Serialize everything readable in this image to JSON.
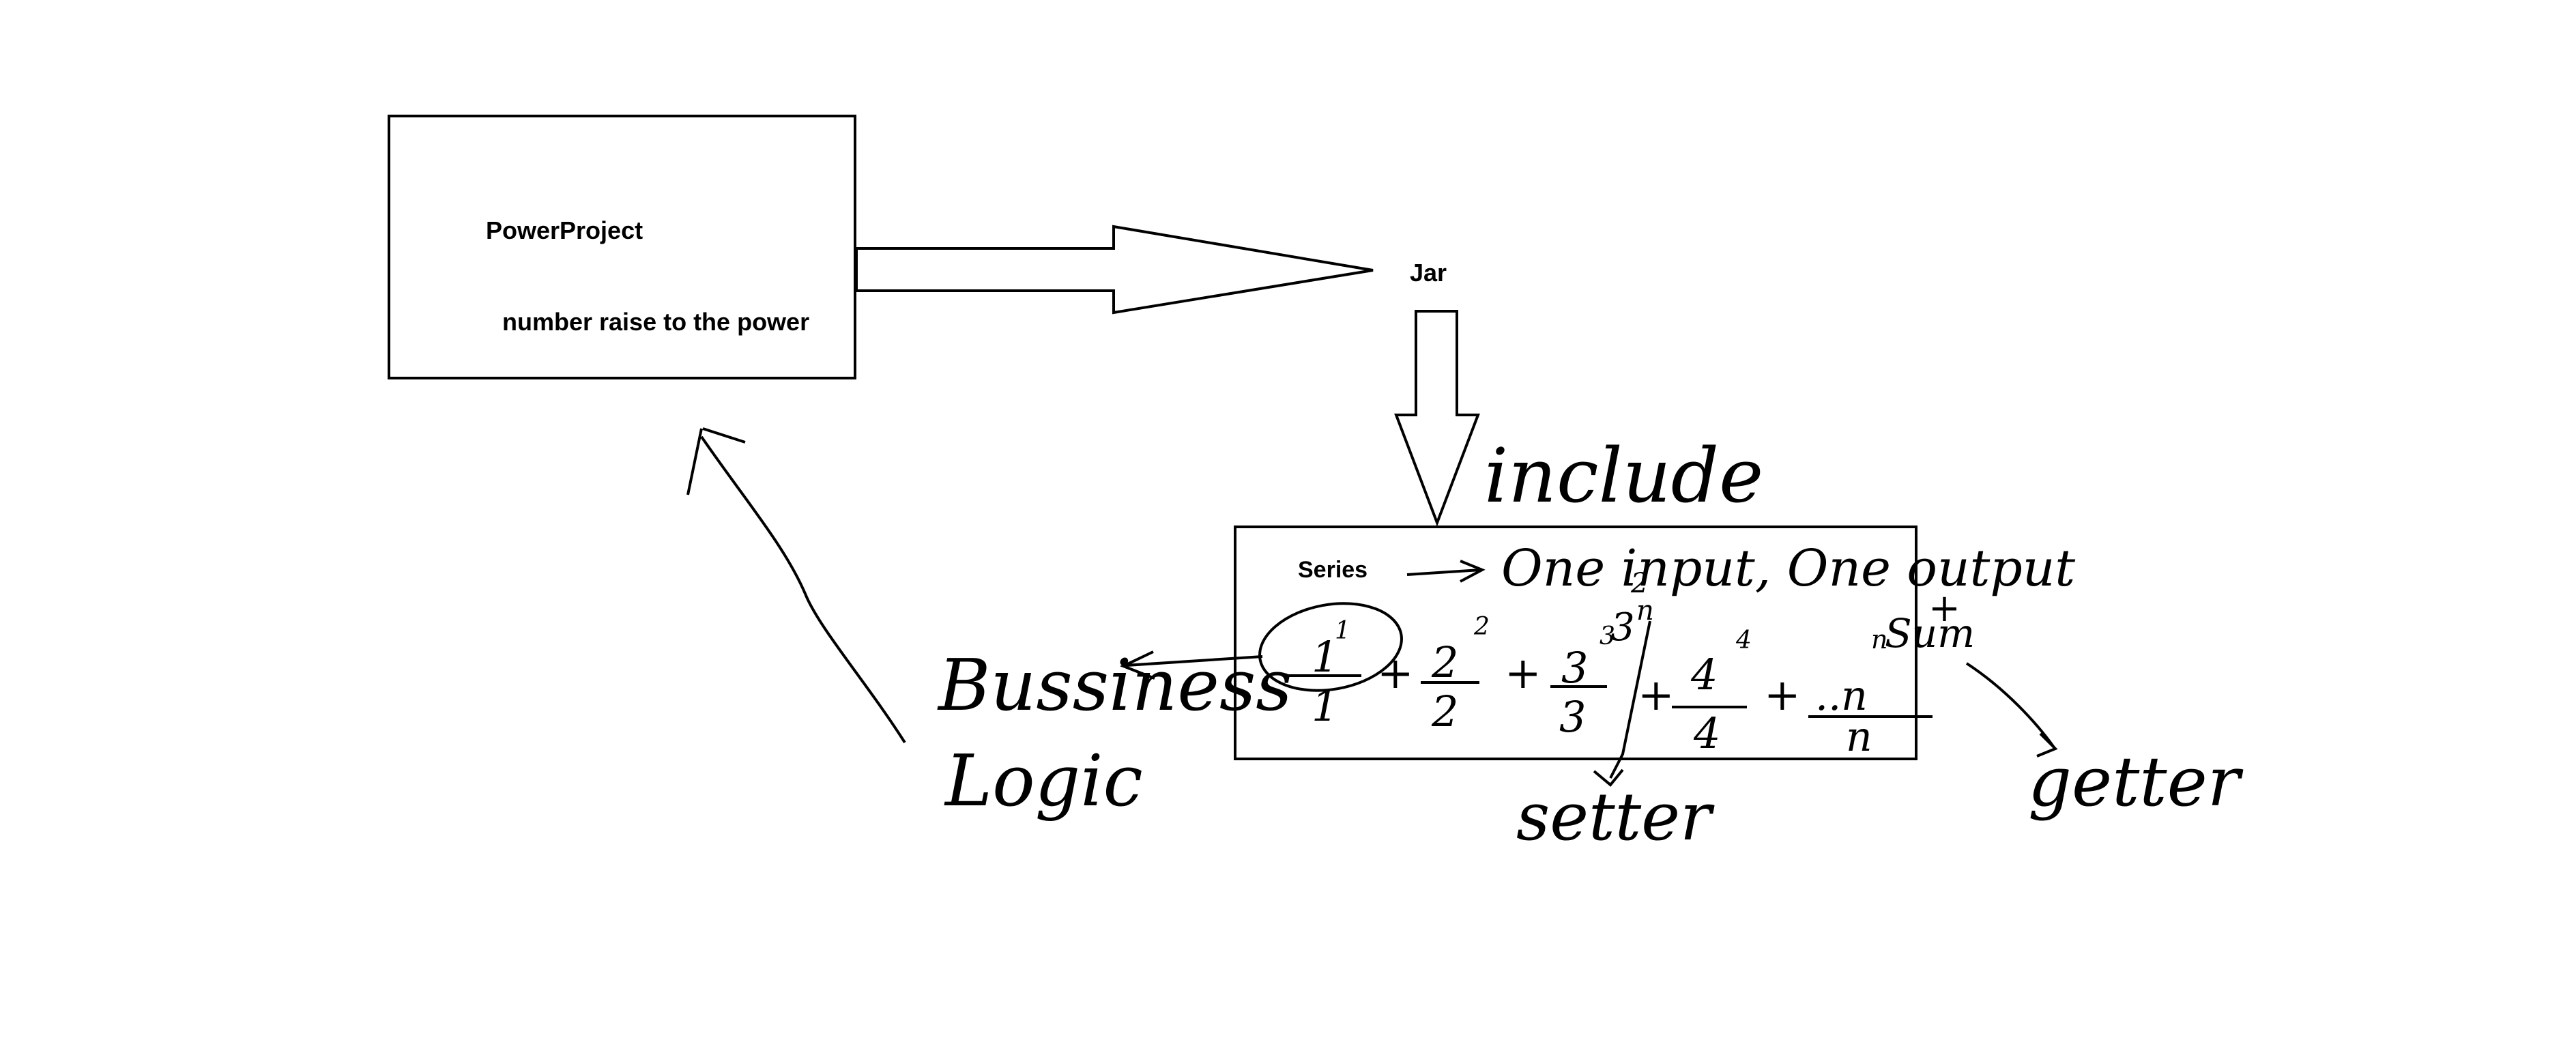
{
  "labels": {
    "project_title": "PowerProject",
    "project_desc": "number raise to the power",
    "jar": "Jar",
    "series": "Series"
  },
  "handwriting": {
    "include": "include",
    "one_input_output": "One input, One output",
    "business": "Bussiness",
    "logic": "Logic",
    "setter": "setter",
    "getter": "getter",
    "sum": "Sum",
    "sum_plus": "+"
  },
  "formula": {
    "terms": [
      {
        "num": "1",
        "exp": "1",
        "den": "1"
      },
      {
        "num": "2",
        "exp": "2",
        "den": "2"
      },
      {
        "num": "3",
        "exp": "3",
        "den": "3"
      },
      {
        "num": "4",
        "exp": "4",
        "den": "4"
      }
    ],
    "last_term": {
      "num": "..n",
      "exp": "n",
      "den": "n"
    },
    "setter_annotation": {
      "base": "3",
      "exp": "n",
      "over": "2"
    },
    "operator": "+"
  },
  "colors": {
    "ink": "#000000",
    "background": "#ffffff"
  }
}
